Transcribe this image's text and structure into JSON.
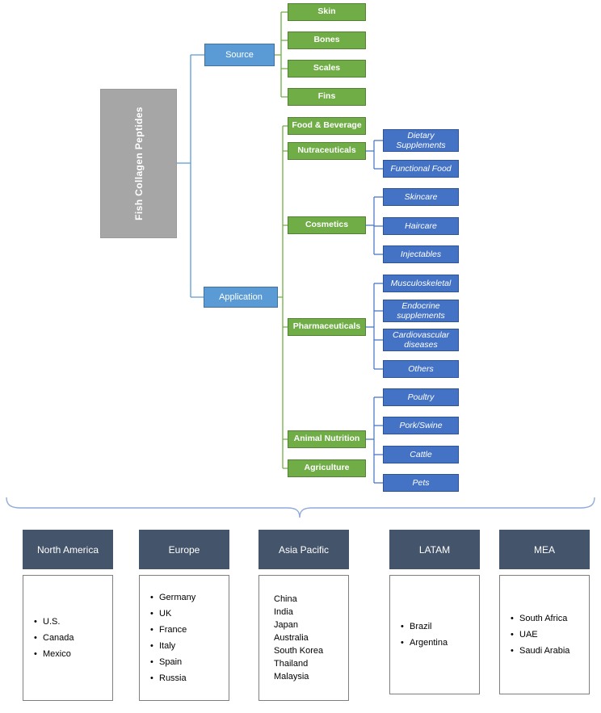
{
  "root": {
    "label": "Fish Collagen Peptides"
  },
  "branches": {
    "source": {
      "label": "Source",
      "children": [
        {
          "label": "Skin"
        },
        {
          "label": "Bones"
        },
        {
          "label": "Scales"
        },
        {
          "label": "Fins"
        }
      ]
    },
    "application": {
      "label": "Application",
      "children": [
        {
          "label": "Food & Beverage"
        },
        {
          "label": "Nutraceuticals",
          "children": [
            {
              "label": "Dietary Supplements"
            },
            {
              "label": "Functional Food"
            }
          ]
        },
        {
          "label": "Cosmetics",
          "children": [
            {
              "label": "Skincare"
            },
            {
              "label": "Haircare"
            },
            {
              "label": "Injectables"
            }
          ]
        },
        {
          "label": "Pharmaceuticals",
          "children": [
            {
              "label": "Musculoskeletal"
            },
            {
              "label": "Endocrine supplements"
            },
            {
              "label": "Cardiovascular diseases"
            },
            {
              "label": "Others"
            }
          ]
        },
        {
          "label": "Animal Nutrition",
          "children": [
            {
              "label": "Poultry"
            },
            {
              "label": "Pork/Swine"
            },
            {
              "label": "Cattle"
            },
            {
              "label": "Pets"
            }
          ]
        },
        {
          "label": "Agriculture"
        }
      ]
    }
  },
  "regions": [
    {
      "name": "North America",
      "countries": [
        "U.S.",
        "Canada",
        "Mexico"
      ]
    },
    {
      "name": "Europe",
      "countries": [
        "Germany",
        "UK",
        "France",
        "Italy",
        "Spain",
        "Russia"
      ]
    },
    {
      "name": "Asia Pacific",
      "countries": [
        "China",
        "India",
        "Japan",
        "Australia",
        "South Korea",
        "Thailand",
        "Malaysia"
      ]
    },
    {
      "name": "LATAM",
      "countries": [
        "Brazil",
        "Argentina"
      ]
    },
    {
      "name": "MEA",
      "countries": [
        "South Africa",
        "UAE",
        "Saudi Arabia"
      ]
    }
  ],
  "colors": {
    "root_gray": "#a6a6a6",
    "branch_blue": "#5b9bd5",
    "segment_green": "#70ad47",
    "leaf_blue": "#4472c4",
    "region_header": "#44546a",
    "brace_blue": "#8faadc"
  }
}
